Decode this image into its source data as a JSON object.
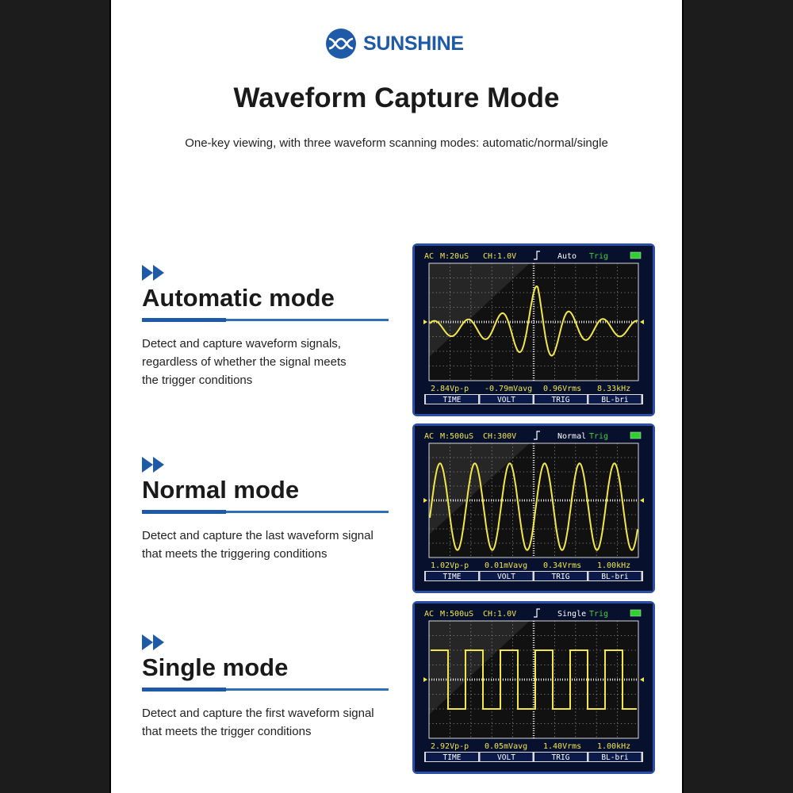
{
  "brand": {
    "name": "SUNSHINE",
    "color": "#1e5aa8"
  },
  "header": {
    "title": "Waveform Capture Mode",
    "subtitle": "One-key viewing, with three waveform scanning modes: automatic/normal/single"
  },
  "modes": [
    {
      "title": "Automatic mode",
      "description_lines": [
        "Detect and capture waveform signals,",
        "regardless of whether the signal meets",
        "the trigger conditions"
      ],
      "screen": {
        "coupling": "AC",
        "timebase": "M:20uS",
        "channel": "CH:1.0V",
        "mode": "Auto",
        "trig": "Trig",
        "measurements": [
          "2.84Vp-p",
          "-0.79mVavg",
          "0.96Vrms",
          "8.33kHz"
        ],
        "softkeys": [
          "TIME",
          "VOLT",
          "TRIG",
          "BL-bri"
        ],
        "waveform": "damped"
      }
    },
    {
      "title": "Normal mode",
      "description_lines": [
        "Detect and capture the last waveform signal",
        "that meets the triggering conditions"
      ],
      "screen": {
        "coupling": "AC",
        "timebase": "M:500uS",
        "channel": "CH:300V",
        "mode": "Normal",
        "trig": "Trig",
        "measurements": [
          "1.02Vp-p",
          "0.01mVavg",
          "0.34Vrms",
          "1.00kHz"
        ],
        "softkeys": [
          "TIME",
          "VOLT",
          "TRIG",
          "BL-bri"
        ],
        "waveform": "sine"
      }
    },
    {
      "title": "Single mode",
      "description_lines": [
        "Detect and capture the first waveform signal",
        "that meets the trigger conditions"
      ],
      "screen": {
        "coupling": "AC",
        "timebase": "M:500uS",
        "channel": "CH:1.0V",
        "mode": "Single",
        "trig": "Trig",
        "measurements": [
          "2.92Vp-p",
          "0.05mVavg",
          "1.40Vrms",
          "1.00kHz"
        ],
        "softkeys": [
          "TIME",
          "VOLT",
          "TRIG",
          "BL-bri"
        ],
        "waveform": "square"
      }
    }
  ],
  "colors": {
    "accent": "#1e5aa8",
    "trace": "#f2e64a",
    "status_text": "#f2e64a",
    "trig_text": "#3fd13f",
    "battery": "#2fd12f"
  }
}
